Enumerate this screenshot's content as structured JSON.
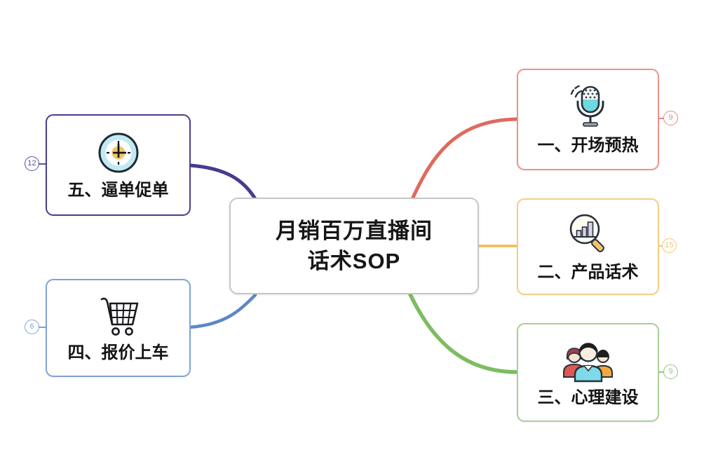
{
  "canvas": {
    "background": "#ffffff"
  },
  "center_topic": {
    "line1": "月销百万直播间",
    "line2": "话术SOP",
    "border_color": "#c6c6c6"
  },
  "nodes": [
    {
      "label": "一、开场预热",
      "badge": "9",
      "icon": "microphone-icon",
      "branch_color": "#e0695e",
      "border_color": "#ee9287",
      "side": "right-top"
    },
    {
      "label": "二、产品话术",
      "badge": "15",
      "icon": "magnifier-chart-icon",
      "branch_color": "#eebe4d",
      "border_color": "#f0d084",
      "side": "right-middle"
    },
    {
      "label": "三、心理建设",
      "badge": "9",
      "icon": "people-group-icon",
      "branch_color": "#7cbd60",
      "border_color": "#a9cf98",
      "side": "right-bottom"
    },
    {
      "label": "四、报价上车",
      "badge": "6",
      "icon": "shopping-cart-icon",
      "branch_color": "#5c88c6",
      "border_color": "#7fa3d7",
      "side": "left-bottom"
    },
    {
      "label": "五、逼单促单",
      "badge": "12",
      "icon": "clock-icon",
      "branch_color": "#453c90",
      "border_color": "#46408f",
      "side": "left-top"
    }
  ]
}
